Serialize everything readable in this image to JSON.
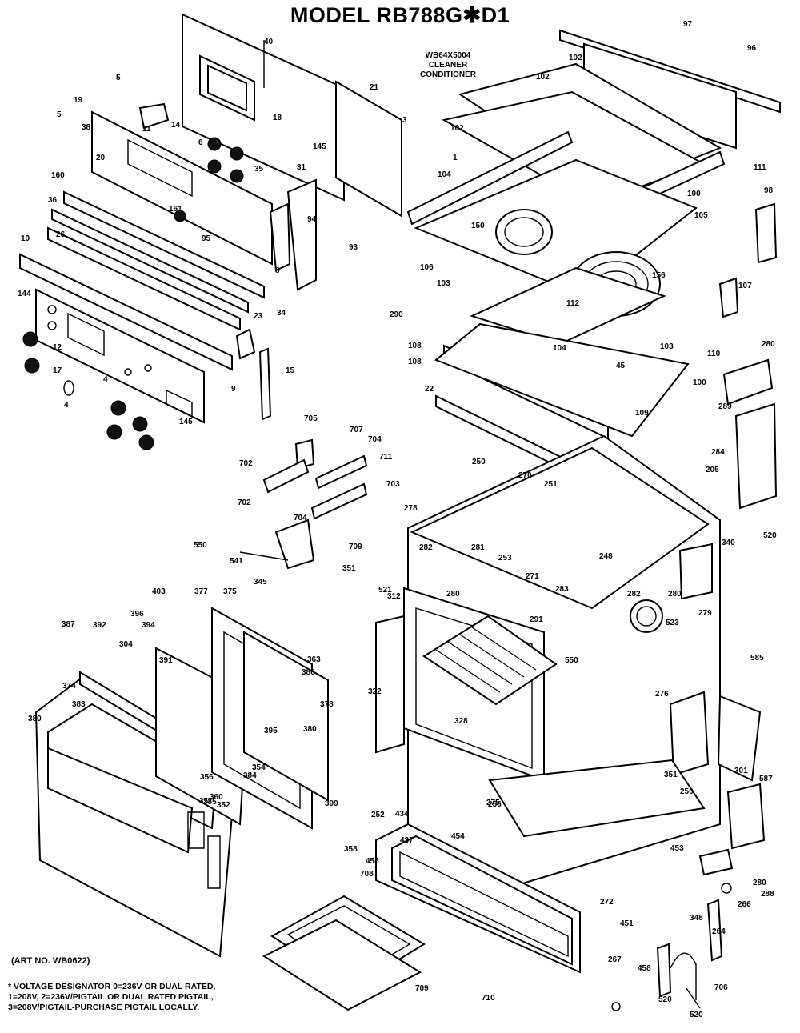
{
  "title": "MODEL RB788G✱D1",
  "cleaner_note": [
    "WB64X5004",
    "CLEANER",
    "CONDITIONER"
  ],
  "art_number": "(ART NO. WB0622)",
  "footnote": [
    "* VOLTAGE DESIGNATOR 0=236V OR DUAL RATED,",
    "1=208V, 2=236V/PIGTAIL OR DUAL RATED PIGTAIL,",
    "3=208V/PIGTAIL-PURCHASE PIGTAIL LOCALLY."
  ],
  "part_labels": [
    "5",
    "5",
    "38",
    "14",
    "11",
    "19",
    "20",
    "40",
    "18",
    "21",
    "3",
    "6",
    "35",
    "145",
    "31",
    "160",
    "161",
    "95",
    "94",
    "93",
    "36",
    "26",
    "10",
    "144",
    "8",
    "34",
    "23",
    "9",
    "15",
    "12",
    "17",
    "4",
    "4",
    "145",
    "97",
    "96",
    "102",
    "102",
    "102",
    "1",
    "104",
    "111",
    "100",
    "98",
    "105",
    "150",
    "156",
    "106",
    "103",
    "112",
    "107",
    "290",
    "108",
    "108",
    "104",
    "103",
    "45",
    "110",
    "280",
    "109",
    "22",
    "100",
    "289",
    "284",
    "205",
    "250",
    "270",
    "278",
    "251",
    "282",
    "340",
    "520",
    "281",
    "253",
    "271",
    "280",
    "283",
    "248",
    "282",
    "523",
    "279",
    "280",
    "521",
    "312",
    "322",
    "291",
    "585",
    "550",
    "328",
    "276",
    "301",
    "275",
    "351",
    "587",
    "256",
    "250",
    "252",
    "434",
    "437",
    "453",
    "454",
    "458",
    "272",
    "348",
    "451",
    "280",
    "288",
    "267",
    "266",
    "264",
    "458",
    "520",
    "520",
    "706",
    "710",
    "708",
    "709",
    "705",
    "707",
    "704",
    "702",
    "711",
    "702",
    "703",
    "704",
    "709",
    "550",
    "541",
    "345",
    "351",
    "403",
    "377",
    "375",
    "396",
    "394",
    "363",
    "386",
    "387",
    "392",
    "304",
    "374",
    "383",
    "391",
    "385",
    "380",
    "378",
    "395",
    "384",
    "360",
    "356",
    "357",
    "352",
    "354",
    "380",
    "358",
    "399"
  ]
}
